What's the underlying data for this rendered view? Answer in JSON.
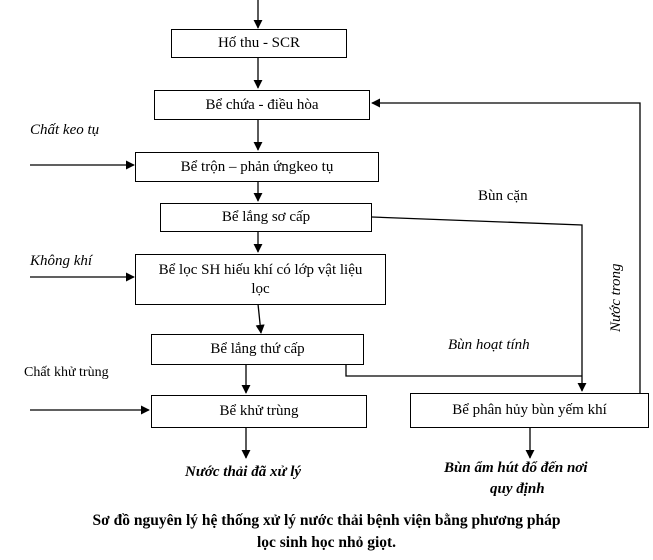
{
  "boxes": {
    "ho_thu": "Hố thu - SCR",
    "be_chua": "Bể chứa - điều hòa",
    "be_tron": "Bể trộn – phản ứngkeo tụ",
    "be_lang_so_cap": "Bể lắng sơ cấp",
    "be_loc": "Bể lọc SH hiếu khí có lớp vật liệu lọc",
    "be_lang_thu_cap": "Bể lắng thứ cấp",
    "be_khu_trung": "Bể khử trùng",
    "be_phan_huy": "Bể phân hủy bùn yếm khí"
  },
  "inputs": {
    "chat_keo_tu": "Chất keo tụ",
    "khong_khi": "Không khí",
    "chat_khu_trung": "Chất khử trùng"
  },
  "labels": {
    "bun_can": "Bùn cặn",
    "bun_hoat_tinh": "Bùn hoạt tính",
    "nuoc_trong": "Nước trong"
  },
  "outputs": {
    "nuoc_thai": "Nước thải đã xử lý",
    "bun_am_line1": "Bùn ẩm hút đổ đến nơi",
    "bun_am_line2": "quy định"
  },
  "caption": {
    "line1": "Sơ đồ nguyên lý hệ thống xử lý nước thải bệnh viện bằng phương pháp",
    "line2": "lọc sinh học nhỏ giọt."
  }
}
